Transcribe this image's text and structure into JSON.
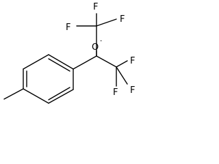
{
  "molecule": {
    "atoms": {
      "f_top_left": "F",
      "f_top_mid": "F",
      "f_top_right": "F",
      "oxygen": "O",
      "oxygen_charge": "-",
      "f_bottom_right_upper": "F",
      "f_bottom_right_lower": "F",
      "f_bottom_mid": "F"
    }
  }
}
